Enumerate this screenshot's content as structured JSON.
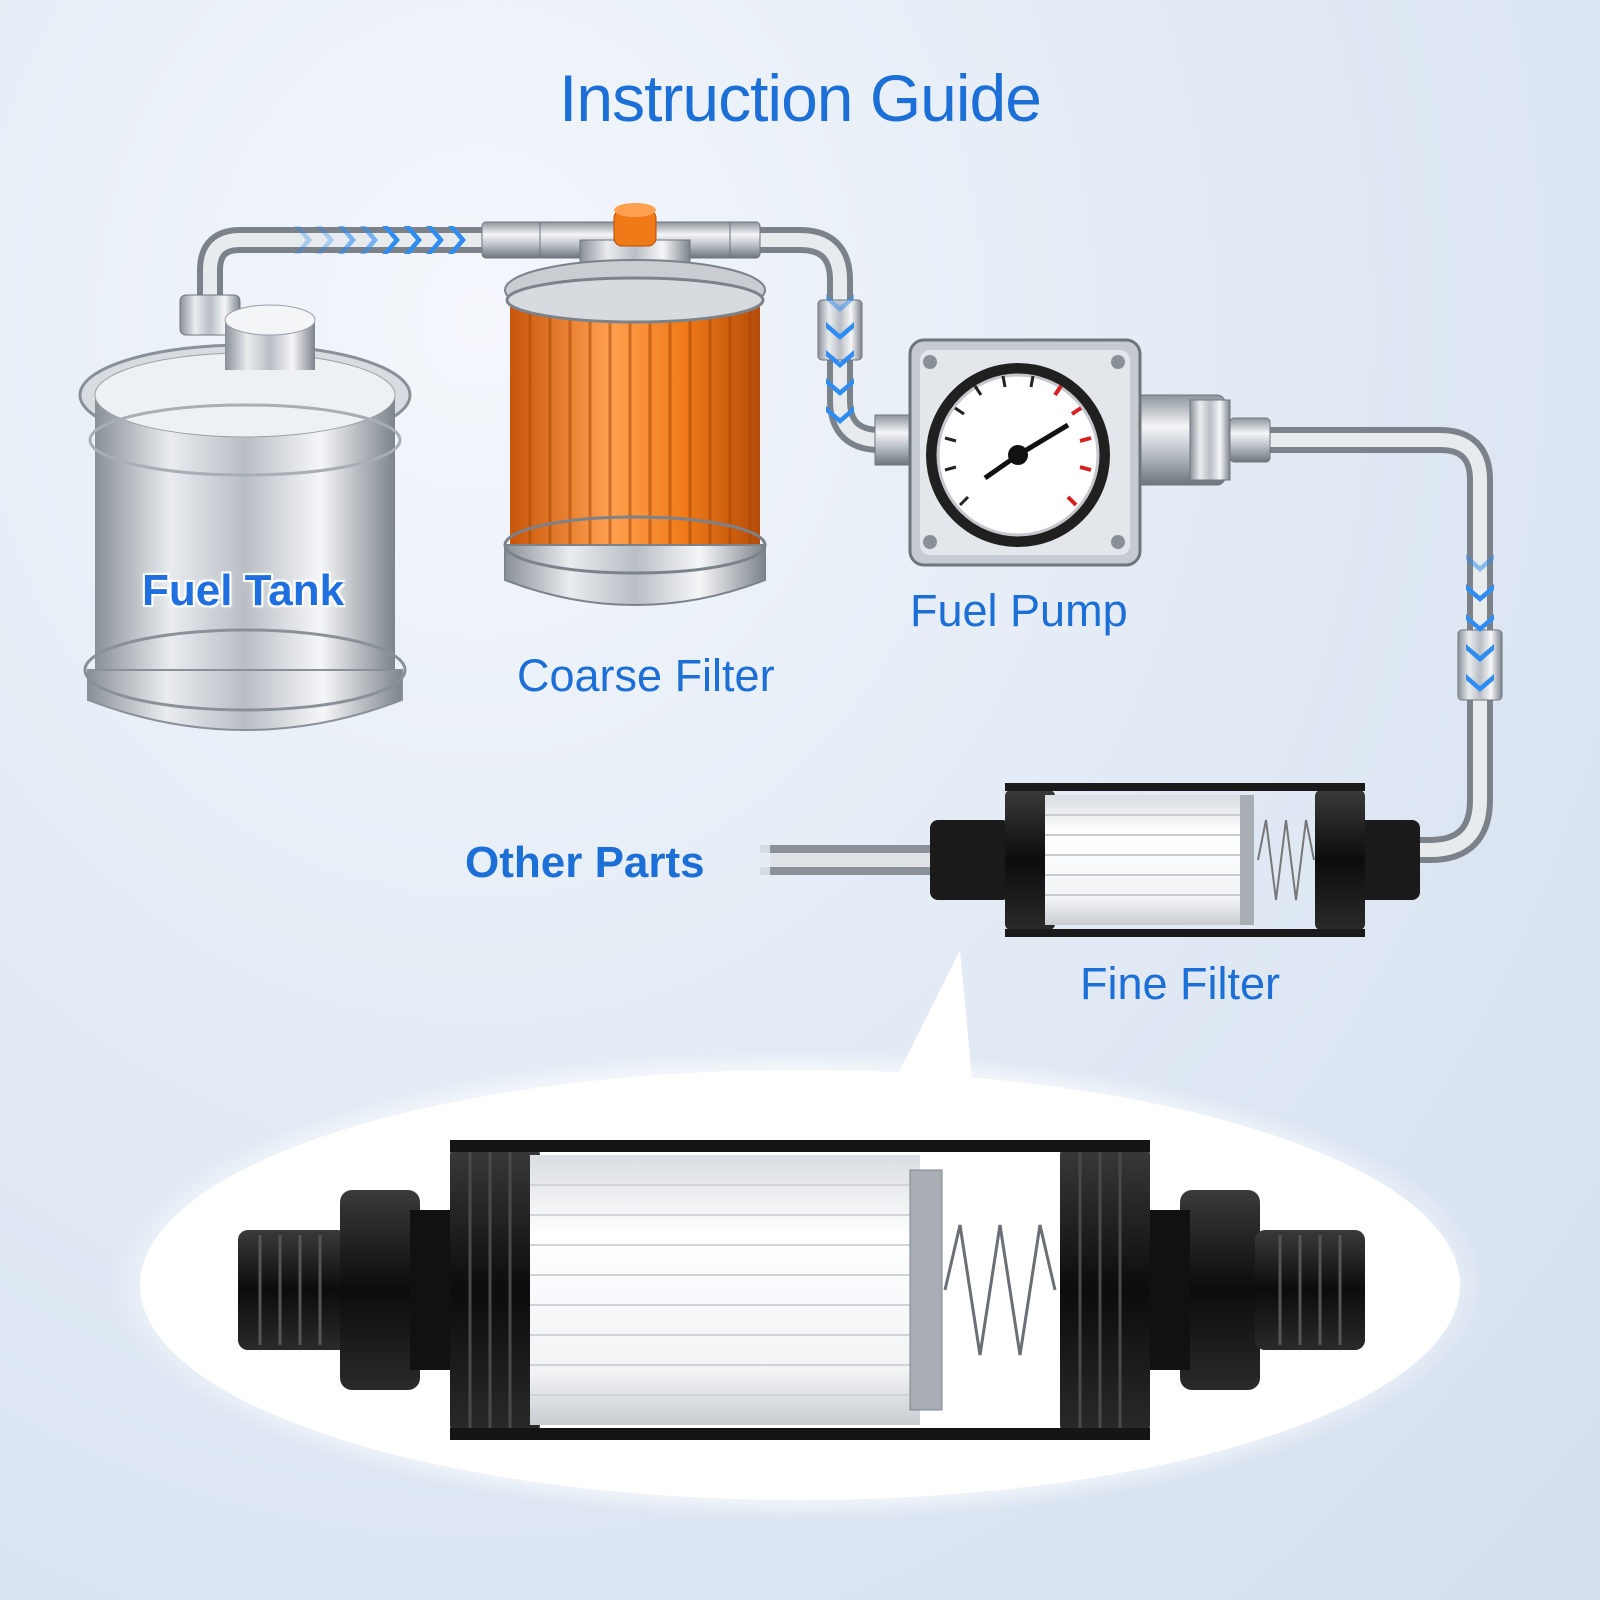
{
  "title": "Instruction Guide",
  "labels": {
    "fuel_tank": "Fuel Tank",
    "coarse_filter": "Coarse Filter",
    "fuel_pump": "Fuel Pump",
    "other_parts": "Other Parts",
    "fine_filter": "Fine Filter"
  },
  "colors": {
    "label_blue": "#1c6fd6",
    "flow_arrow": "#2f8cf0",
    "filter_orange": "#f07a18",
    "gauge_red": "#d6201f",
    "anodized_black": "#1a1a1a"
  },
  "icons": {
    "fuel_tank": "fuel-tank-icon",
    "coarse_filter": "coarse-filter-icon",
    "fuel_pump": "fuel-pump-gauge-icon",
    "fine_filter": "inline-fine-filter-icon",
    "flow": "flow-chevron-arrows"
  }
}
